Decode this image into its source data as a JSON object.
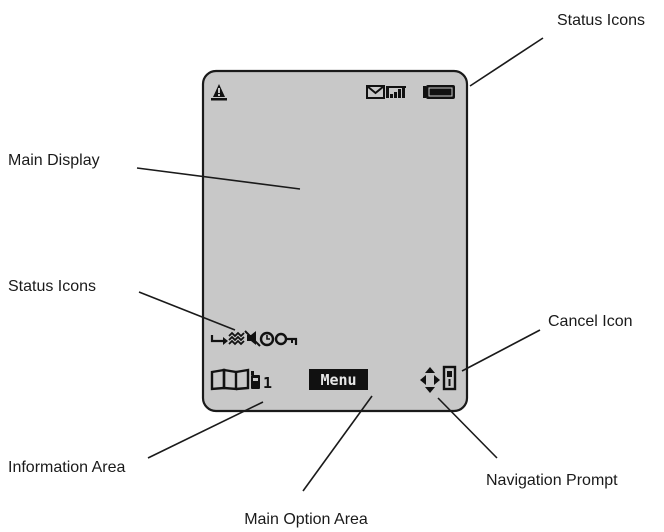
{
  "callouts": {
    "status_icons_top": "Status Icons",
    "main_display": "Main Display",
    "status_icons_left": "Status Icons",
    "cancel_icon": "Cancel Icon",
    "information_area": "Information Area",
    "navigation_prompt": "Navigation Prompt",
    "main_option_area": "Main Option Area"
  },
  "screen": {
    "menu_label": "Menu",
    "line_number": "1",
    "background": "#c8c8c8",
    "border": "#1a1a1a",
    "icon_color": "#111111"
  },
  "icons": {
    "top_left": "alert-triangle-icon",
    "top_right": [
      "envelope-icon",
      "signal-strength-icon",
      "battery-icon"
    ],
    "status_row": [
      "call-divert-icon",
      "vibrate-icon",
      "silent-icon",
      "alarm-clock-icon",
      "keypad-lock-icon"
    ],
    "info_area": [
      "phonebook-icon",
      "handset-icon"
    ],
    "navigation": "navigation-arrows-icon",
    "cancel": "cancel-icon"
  }
}
